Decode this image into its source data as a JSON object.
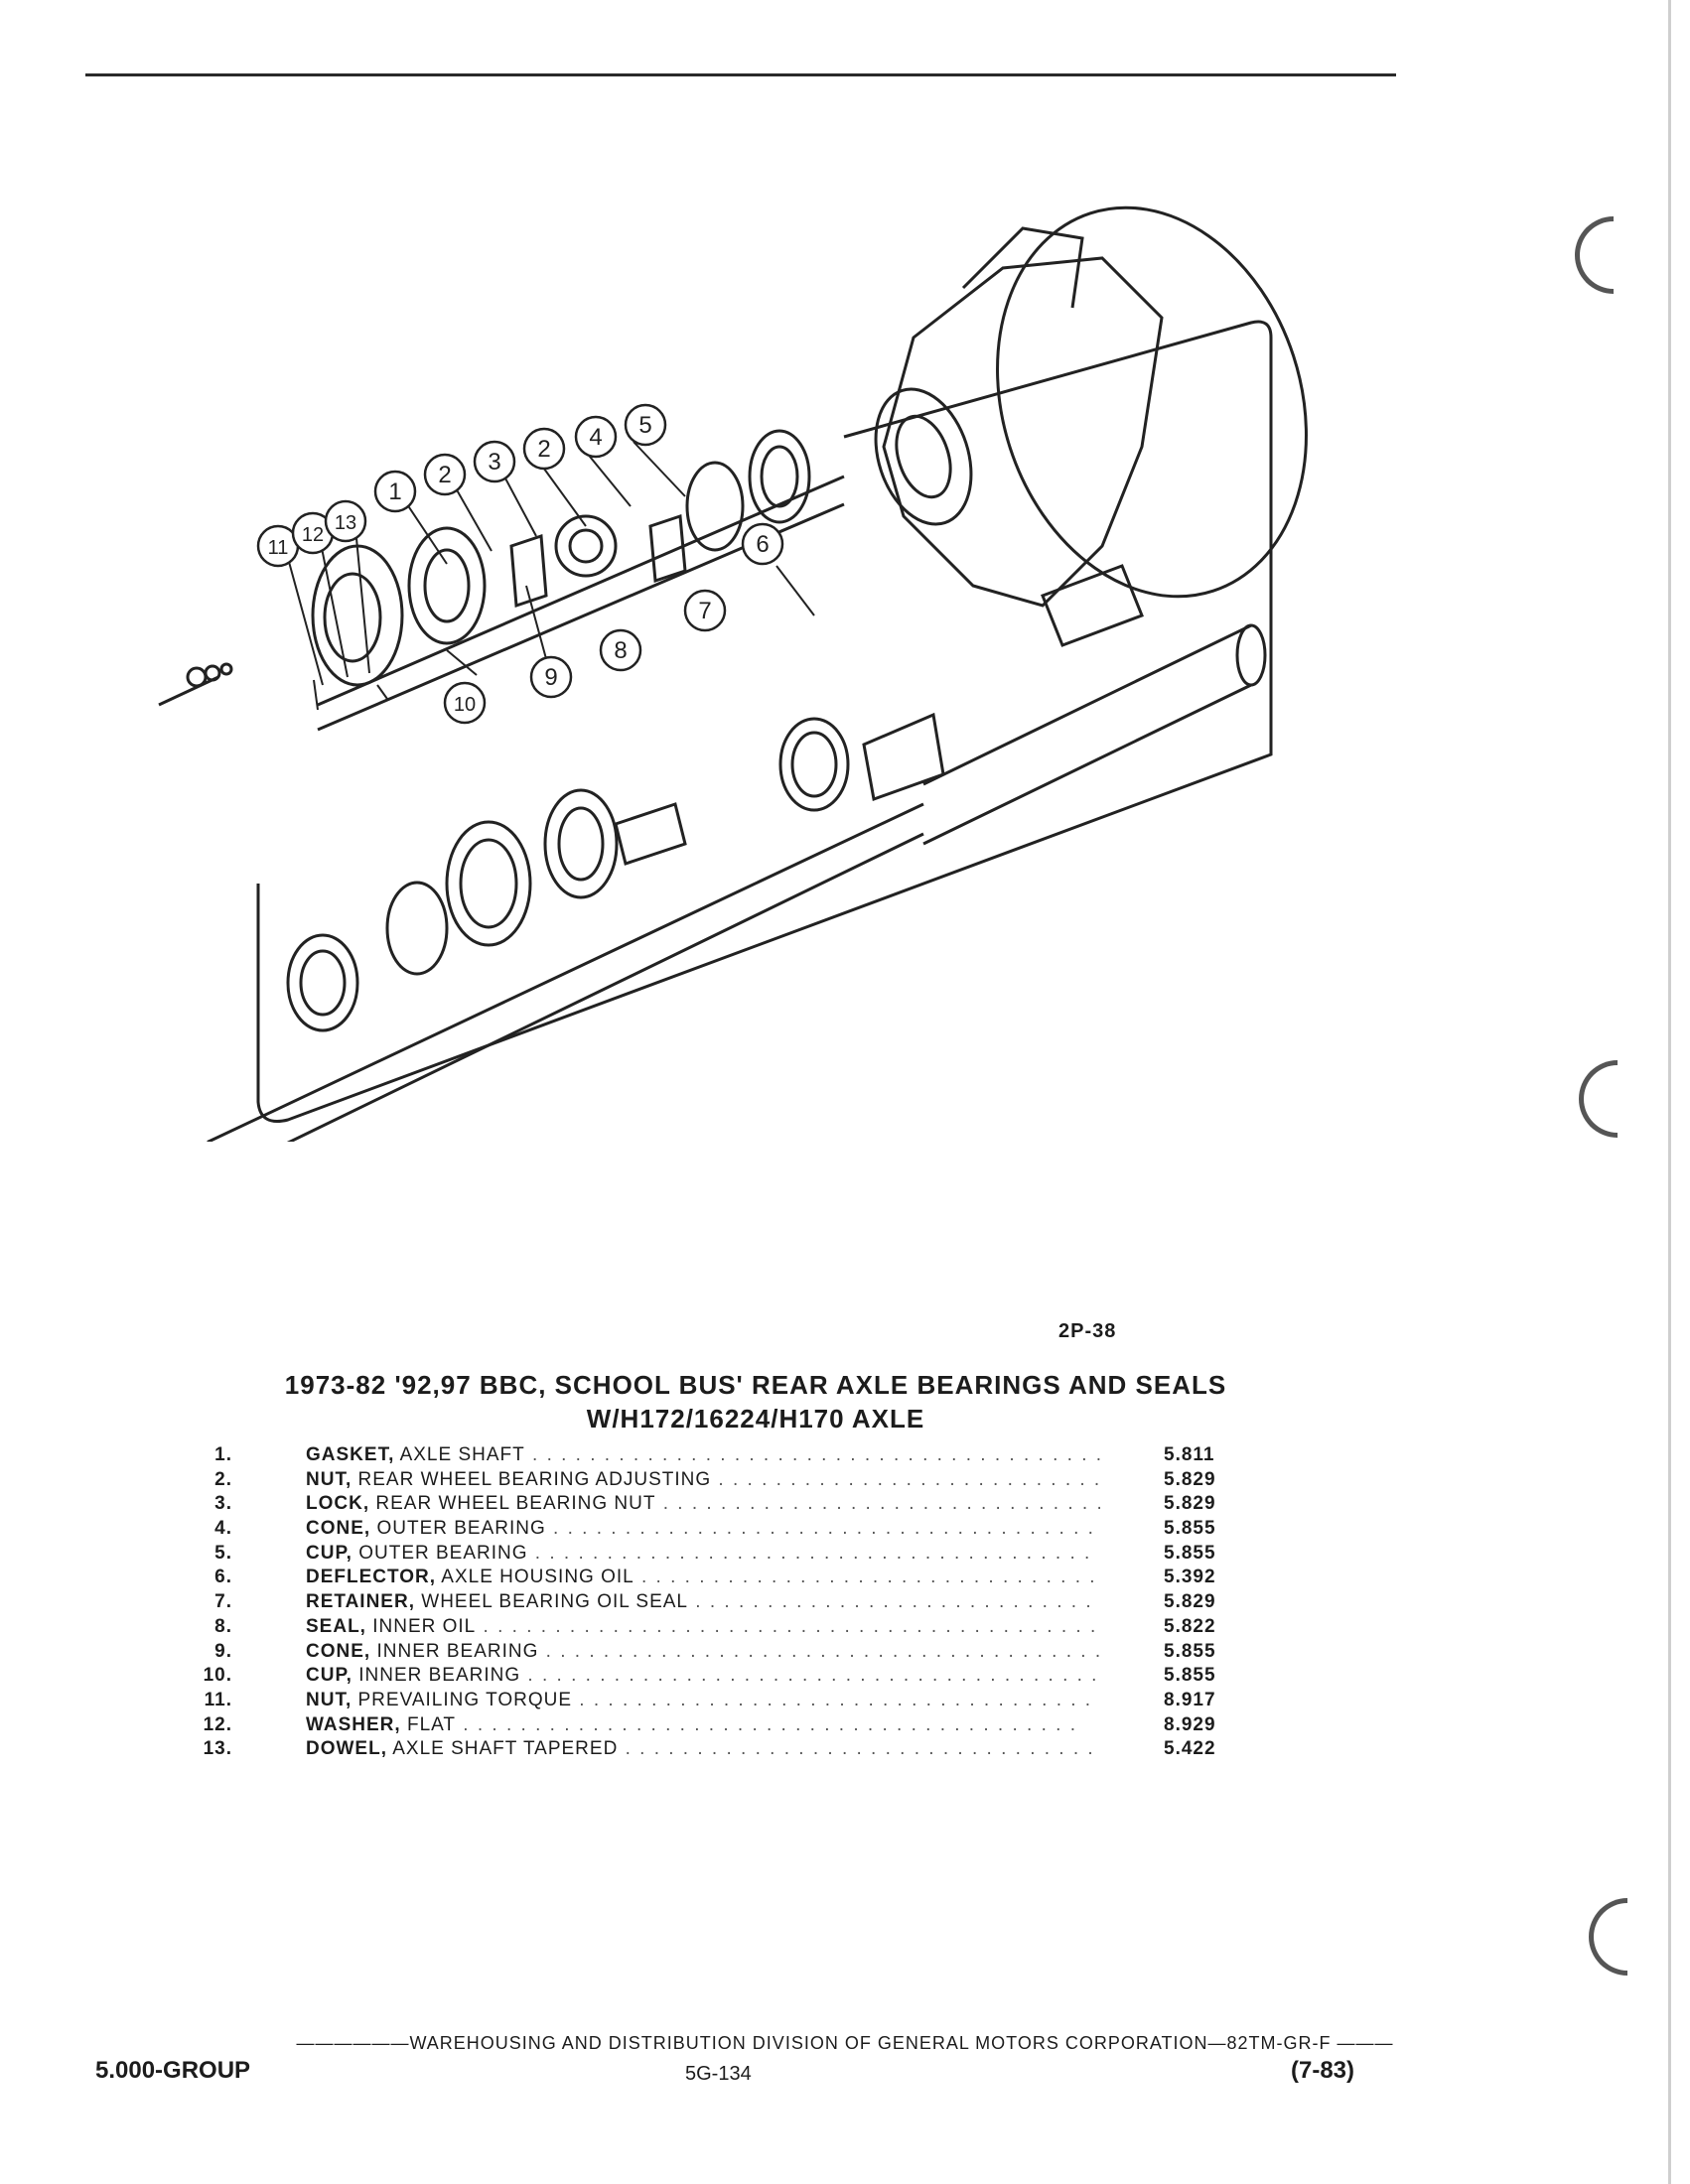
{
  "figure": {
    "code": "2P-38",
    "callouts": [
      "1",
      "2",
      "3",
      "2",
      "4",
      "5",
      "6",
      "7",
      "8",
      "9",
      "10",
      "11",
      "12",
      "13"
    ]
  },
  "title": {
    "line1": "1973-82 '92,97 BBC, SCHOOL BUS' REAR AXLE BEARINGS AND SEALS",
    "line2": "W/H172/16224/H170 AXLE"
  },
  "parts": [
    {
      "num": "1.",
      "name": "GASKET,",
      "desc": " AXLE SHAFT",
      "code": "5.811"
    },
    {
      "num": "2.",
      "name": "NUT,",
      "desc": " REAR WHEEL BEARING ADJUSTING",
      "code": "5.829"
    },
    {
      "num": "3.",
      "name": "LOCK,",
      "desc": " REAR WHEEL BEARING NUT",
      "code": "5.829"
    },
    {
      "num": "4.",
      "name": "CONE,",
      "desc": " OUTER BEARING",
      "code": "5.855"
    },
    {
      "num": "5.",
      "name": "CUP,",
      "desc": " OUTER BEARING",
      "code": "5.855"
    },
    {
      "num": "6.",
      "name": "DEFLECTOR,",
      "desc": " AXLE HOUSING OIL",
      "code": "5.392"
    },
    {
      "num": "7.",
      "name": "RETAINER,",
      "desc": " WHEEL BEARING OIL SEAL",
      "code": "5.829"
    },
    {
      "num": "8.",
      "name": "SEAL,",
      "desc": " INNER OIL",
      "code": "5.822"
    },
    {
      "num": "9.",
      "name": "CONE,",
      "desc": " INNER BEARING",
      "code": "5.855"
    },
    {
      "num": "10.",
      "name": "CUP,",
      "desc": " INNER BEARING",
      "code": "5.855"
    },
    {
      "num": "11.",
      "name": "NUT,",
      "desc": " PREVAILING TORQUE",
      "code": "8.917"
    },
    {
      "num": "12.",
      "name": "WASHER,",
      "desc": " FLAT",
      "code": "8.929"
    },
    {
      "num": "13.",
      "name": "DOWEL,",
      "desc": " AXLE SHAFT TAPERED",
      "code": "5.422"
    }
  ],
  "footer": {
    "line": "WAREHOUSING AND DISTRIBUTION DIVISION OF GENERAL MOTORS CORPORATION—82TM-GR-F",
    "left": "5.000-GROUP",
    "center": "5G-134",
    "right": "(7-83)"
  }
}
